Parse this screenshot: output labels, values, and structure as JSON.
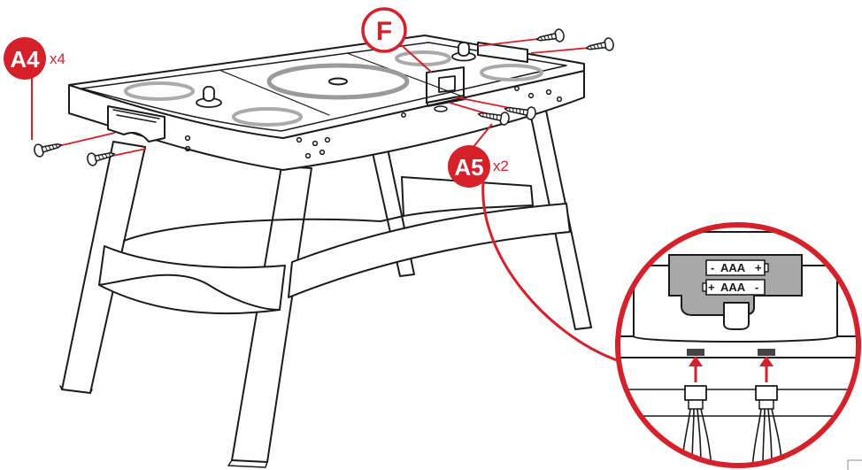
{
  "colors": {
    "accent_red": "#d6202a",
    "line": "#1a1a1a",
    "battery_cover": "#a8a8a8",
    "bracket": "#8c8c8c"
  },
  "callouts": {
    "part_f": {
      "label": "F"
    },
    "screw_a4": {
      "label": "A4",
      "quantity": "x4"
    },
    "screw_a5": {
      "label": "A5",
      "quantity": "x2"
    }
  },
  "battery_compartment": {
    "battery_1": {
      "minus": "-",
      "text": "AAA",
      "plus": "+"
    },
    "battery_2": {
      "plus": "+",
      "text": "AAA",
      "minus": "-"
    }
  },
  "icons": [
    "screw-icon",
    "puck-icon",
    "striker-icon",
    "arrow-up-icon",
    "connector-icon",
    "battery-icon"
  ]
}
